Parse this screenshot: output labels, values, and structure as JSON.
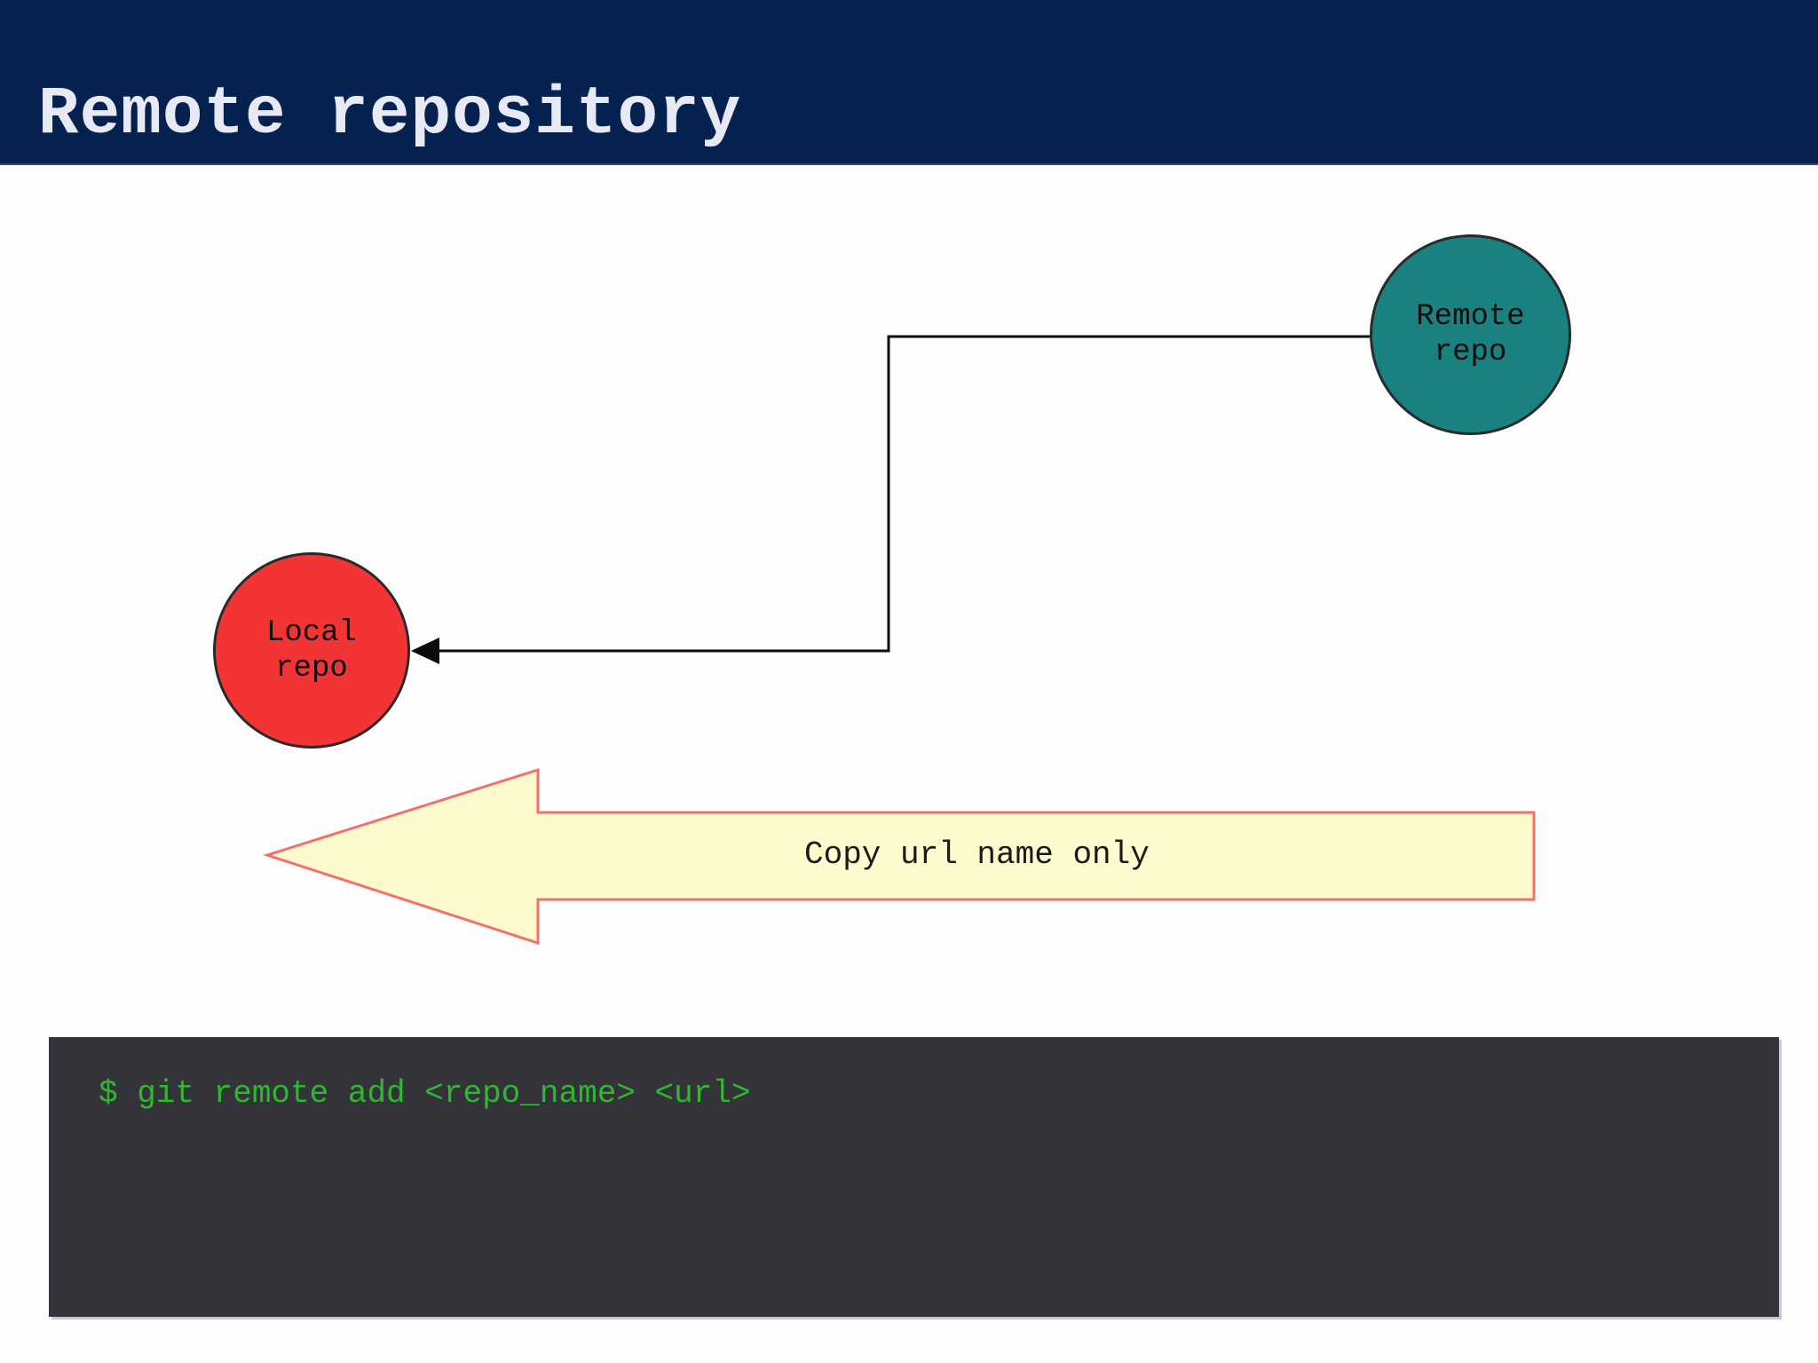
{
  "header": {
    "title": "Remote repository"
  },
  "diagram": {
    "remote_repo": {
      "label": "Remote\nrepo"
    },
    "local_repo": {
      "label": "Local\nrepo"
    },
    "copy_arrow": {
      "label": "Copy url name only"
    }
  },
  "terminal": {
    "command": "$ git remote add <repo_name> <url>"
  },
  "colors": {
    "header_bg": "#052150",
    "header_text": "#e7e9f5",
    "remote_node_fill": "#1a8181",
    "local_node_fill": "#f23434",
    "node_border": "#2a2a2a",
    "connector": "#0b0b0b",
    "copy_arrow_fill": "#fdfacd",
    "copy_arrow_border": "#f2716d",
    "copy_arrow_text": "#1a1a1a",
    "terminal_bg": "#343339",
    "terminal_text": "#2eb82e"
  }
}
